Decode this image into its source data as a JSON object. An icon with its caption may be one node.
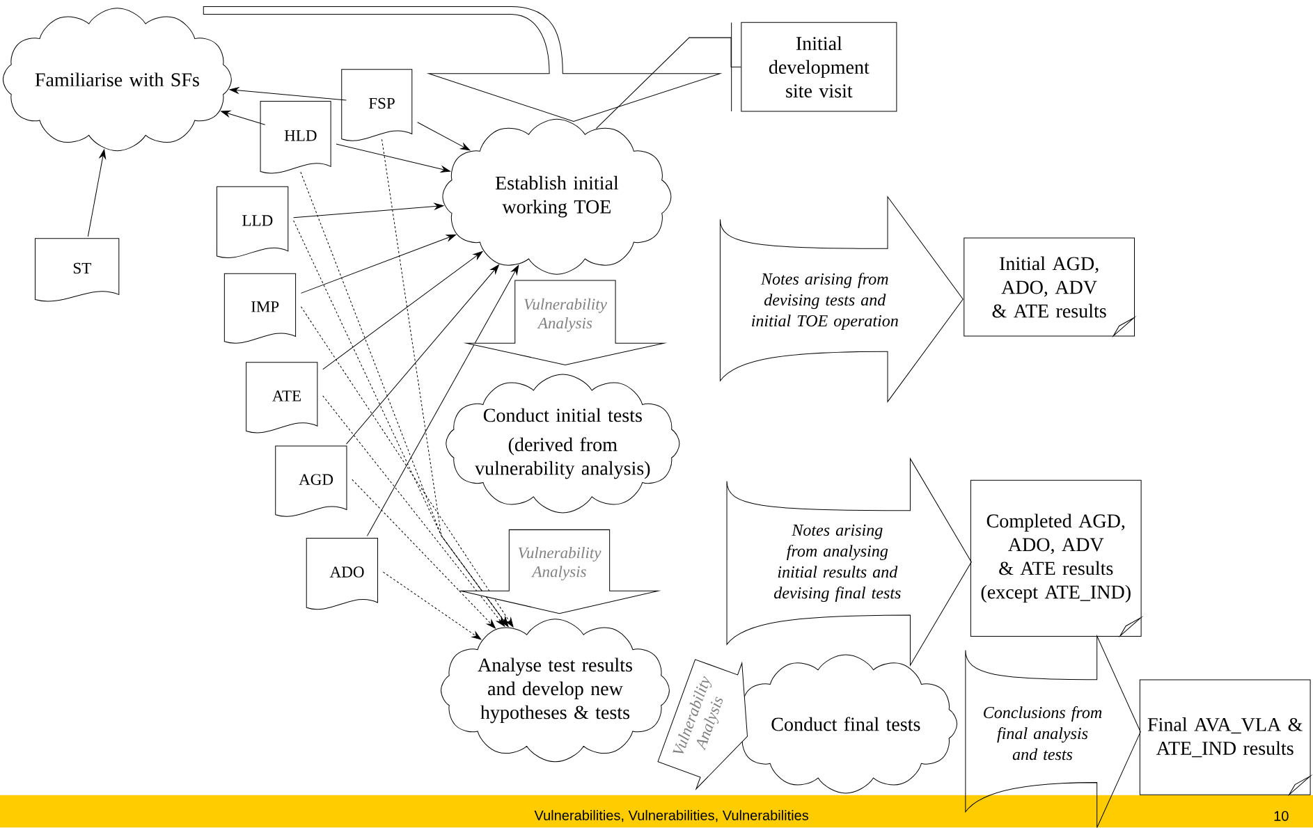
{
  "diagram": {
    "nodes": [
      {
        "text": [
          "Familiarise with SFs"
        ]
      },
      {
        "text": [
          "FSP"
        ]
      },
      {
        "text": [
          "HLD"
        ]
      },
      {
        "text": [
          "LLD"
        ]
      },
      {
        "text": [
          "IMP"
        ]
      },
      {
        "text": [
          "ATE"
        ]
      },
      {
        "text": [
          "AGD"
        ]
      },
      {
        "text": [
          "ADO"
        ]
      },
      {
        "text": [
          "ST"
        ]
      },
      {
        "text": [
          "Establish initial working TOE"
        ]
      },
      {
        "text": [
          "Initial development site visit"
        ]
      },
      {
        "text": [
          "Conduct initial tests",
          "(derived from vulnerability analysis)"
        ]
      },
      {
        "text": [
          "Analyse test results and develop new hypotheses & tests"
        ]
      },
      {
        "text": [
          "Conduct final tests"
        ]
      },
      {
        "text": [
          "Initial AGD, ADO, ADV & ATE results"
        ]
      },
      {
        "text": [
          "Completed AGD, ADO, ADV & ATE results (except ATE_IND)"
        ]
      },
      {
        "text": [
          "Final AVA_VLA & ATE_IND results"
        ]
      }
    ],
    "edges": [
      {
        "from": 0,
        "to": 9,
        "arrow": "to"
      },
      {
        "from": 10,
        "to": 9,
        "arrow": "none"
      },
      {
        "from": 1,
        "to": 0,
        "arrow": "to"
      },
      {
        "from": 2,
        "to": 0,
        "arrow": "to"
      },
      {
        "from": 8,
        "to": 0,
        "arrow": "to"
      },
      {
        "from": 1,
        "to": 9,
        "arrow": "to"
      },
      {
        "from": 2,
        "to": 9,
        "arrow": "to"
      },
      {
        "from": 3,
        "to": 9,
        "arrow": "to"
      },
      {
        "from": 4,
        "to": 9,
        "arrow": "to"
      },
      {
        "from": 5,
        "to": 9,
        "arrow": "to"
      },
      {
        "from": 6,
        "to": 9,
        "arrow": "to"
      },
      {
        "from": 7,
        "to": 9,
        "arrow": "to"
      },
      {
        "from": 1,
        "to": 12,
        "arrow": "to",
        "style": "dashed"
      },
      {
        "from": 2,
        "to": 12,
        "arrow": "to",
        "style": "dashed"
      },
      {
        "from": 3,
        "to": 12,
        "arrow": "to",
        "style": "dashed"
      },
      {
        "from": 4,
        "to": 12,
        "arrow": "to",
        "style": "dashed"
      },
      {
        "from": 5,
        "to": 12,
        "arrow": "to",
        "style": "dashed"
      },
      {
        "from": 6,
        "to": 12,
        "arrow": "to",
        "style": "dashed"
      },
      {
        "from": 7,
        "to": 12,
        "arrow": "to",
        "style": "dashed"
      },
      {
        "from": 9,
        "to": 11,
        "arrow": "to",
        "label": "Vulnerability Analysis"
      },
      {
        "from": 11,
        "to": 12,
        "arrow": "to",
        "label": "Vulnerability Analysis"
      },
      {
        "from": 12,
        "to": 13,
        "arrow": "to",
        "label": "Vulnerability Analysis"
      },
      {
        "from": 11,
        "to": 14,
        "arrow": "to",
        "label": "Notes arising from devising tests and initial TOE operation"
      },
      {
        "from": 13,
        "to": 15,
        "arrow": "to",
        "label": "Notes arising from analysing initial results and devising final tests"
      },
      {
        "from": 13,
        "to": 16,
        "arrow": "to",
        "label": "Conclusions from final analysis and tests"
      }
    ],
    "labels": [
      "Vulnerabilities, Vulnerabilities, Vulnerabilities",
      "10"
    ]
  }
}
